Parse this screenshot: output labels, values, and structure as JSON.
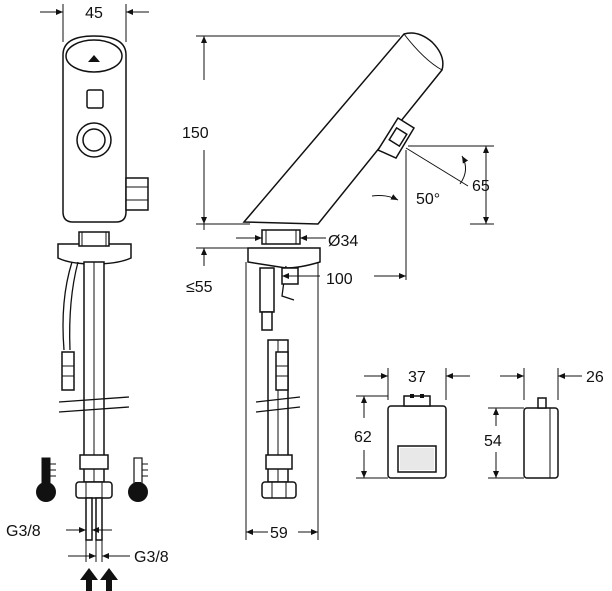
{
  "dimensions": {
    "front_width": "45",
    "side_height": "150",
    "sensor_height": "65",
    "sensor_angle": "50°",
    "mount_diameter": "Ø34",
    "deck_thickness": "≤55",
    "reach": "100",
    "bottom_width": "59",
    "thread_left": "G3/8",
    "thread_right": "G3/8",
    "box_width": "37",
    "box_height": "62",
    "box_depth": "26",
    "box_side_height": "54"
  },
  "icons": {
    "hot_supply": "thermometer-hot-icon",
    "cold_supply": "thermometer-cold-icon",
    "inlet_arrows": "arrow-up-icon"
  },
  "colors": {
    "line": "#111111",
    "background": "#ffffff"
  }
}
